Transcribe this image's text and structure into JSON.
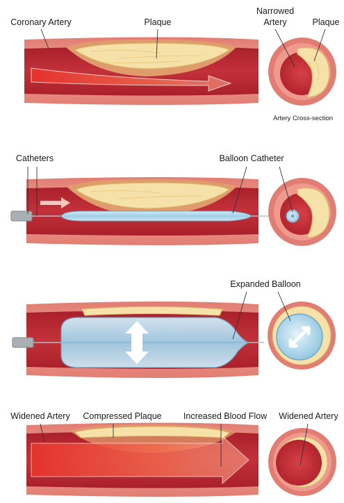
{
  "panels": {
    "panel1": {
      "coronary_artery": "Coronary Artery",
      "plaque": "Plaque",
      "narrowed_artery_line1": "Narrowed",
      "narrowed_artery_line2": "Artery",
      "plaque_cross": "Plaque",
      "cross_section_caption": "Artery Cross-section"
    },
    "panel2": {
      "catheters": "Catheters",
      "balloon_catheter": "Balloon Catheter"
    },
    "panel3": {
      "expanded_balloon": "Expanded Balloon"
    },
    "panel4": {
      "widened_artery": "Widened Artery",
      "compressed_plaque": "Compressed Plaque",
      "increased_blood_flow": "Increased Blood Flow",
      "widened_artery_cross": "Widened Artery"
    }
  },
  "colors": {
    "vessel_wall": "#e88f86",
    "vessel_outer": "#d9685f",
    "lumen": "#b8242c",
    "blood_arrow": "#f04a3c",
    "plaque_fill": "#f6e2a8",
    "plaque_edge": "#d9b96b",
    "compressed_tissue": "#e7a170",
    "balloon_fill": "#a9d4ea",
    "balloon_edge": "#6fa9c8",
    "catheter": "#9aa3a8",
    "leader_line": "#333333"
  }
}
